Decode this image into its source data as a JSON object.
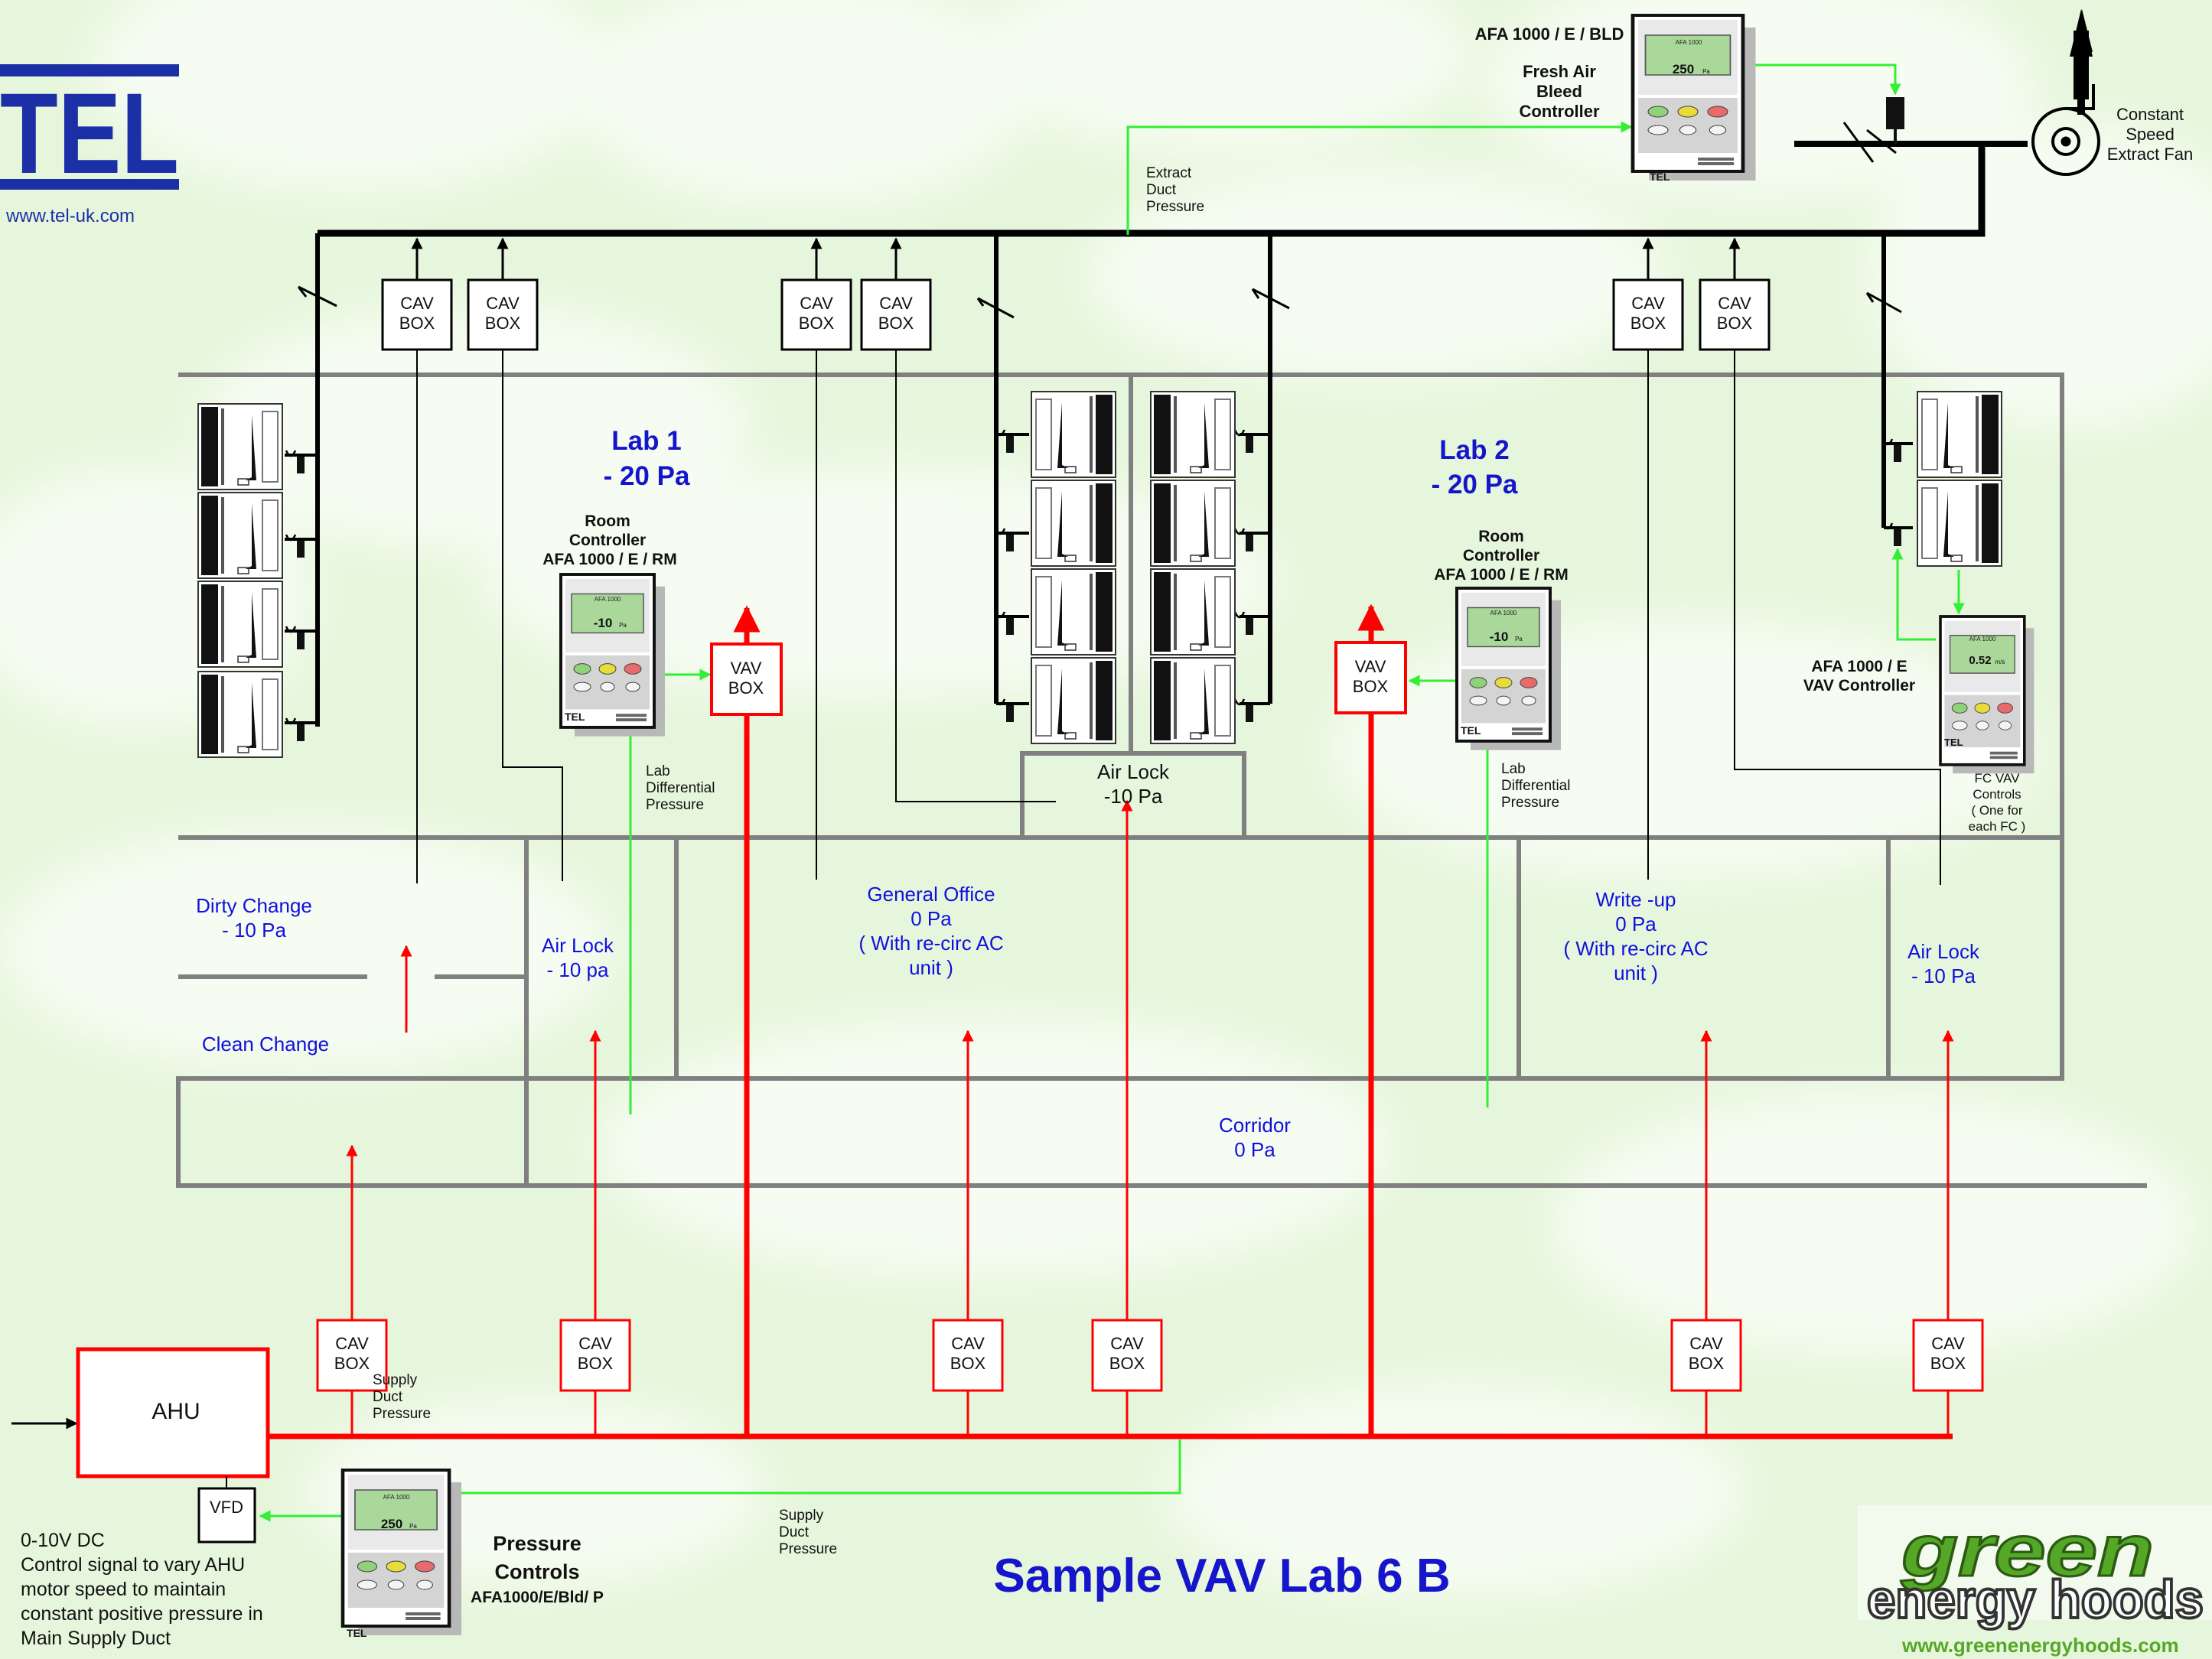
{
  "logo": {
    "brand": "TEL",
    "url": "www.tel-uk.com"
  },
  "title": "Sample VAV Lab 6 B",
  "colors": {
    "background": "#e6f6dc",
    "cloud": "#f6fcf2",
    "extract_duct": "#000000",
    "supply_duct": "#ff0000",
    "control_signal": "#33ee33",
    "walls": "#808080",
    "room_text": "#1010dd",
    "lab_text": "#1515cc",
    "green_brand": "#55a827"
  },
  "extract_fan": {
    "line1": "Constant",
    "line2": "Speed",
    "line3": "Extract Fan"
  },
  "fresh_air_controller": {
    "model": "AFA 1000 / E / BLD",
    "line1": "Fresh Air",
    "line2": "Bleed",
    "line3": "Controller",
    "display": "250",
    "unit": "Pa"
  },
  "extract_pressure": {
    "line1": "Extract",
    "line2": "Duct",
    "line3": "Pressure"
  },
  "cav": {
    "line1": "CAV",
    "line2": "BOX"
  },
  "vav": {
    "line1": "VAV",
    "line2": "BOX"
  },
  "lab1": {
    "name": "Lab 1",
    "pressure": "- 20 Pa",
    "controller": {
      "line1": "Room",
      "line2": "Controller",
      "line3": "AFA 1000 / E / RM",
      "display": "-10",
      "unit": "Pa"
    },
    "signal": {
      "line1": "Lab",
      "line2": "Differential",
      "line3": "Pressure"
    }
  },
  "lab2": {
    "name": "Lab 2",
    "pressure": "- 20 Pa",
    "controller": {
      "line1": "Room",
      "line2": "Controller",
      "line3": "AFA 1000 / E / RM",
      "display": "-10",
      "unit": "Pa"
    },
    "signal": {
      "line1": "Lab",
      "line2": "Differential",
      "line3": "Pressure"
    }
  },
  "vav_controller": {
    "line1": "AFA 1000 / E",
    "line2": "VAV Controller",
    "display": "0.52",
    "unit": "m/s",
    "note1": "FC  VAV",
    "note2": "Controls",
    "note3": "( One for",
    "note4": "each FC )"
  },
  "rooms": {
    "airlock_center": {
      "line1": "Air Lock",
      "line2": "-10 Pa"
    },
    "dirty_change": {
      "line1": "Dirty Change",
      "line2": "- 10 Pa"
    },
    "clean_change": {
      "line1": "Clean Change"
    },
    "airlock_left": {
      "line1": "Air Lock",
      "line2": "- 10 pa"
    },
    "general_office": {
      "line1": "General Office",
      "line2": "0 Pa",
      "line3": "( With re-circ AC",
      "line4": "unit )"
    },
    "writeup": {
      "line1": "Write -up",
      "line2": "0 Pa",
      "line3": "( With re-circ AC",
      "line4": "unit )"
    },
    "airlock_right": {
      "line1": "Air Lock",
      "line2": "- 10 Pa"
    },
    "corridor": {
      "line1": "Corridor",
      "line2": "0 Pa"
    }
  },
  "ahu": {
    "label": "AHU",
    "vfd": "VFD"
  },
  "supply_pressure": {
    "line1": "Supply",
    "line2": "Duct",
    "line3": "Pressure"
  },
  "pressure_controls": {
    "line1": "Pressure",
    "line2": "Controls",
    "line3": "AFA1000/E/Bld/ P",
    "display": "250",
    "unit": "Pa"
  },
  "ahu_note": {
    "line1": "0-10V DC",
    "line2": "Control signal to vary AHU",
    "line3": "motor speed to maintain",
    "line4": "constant positive pressure in",
    "line5": "Main Supply Duct"
  },
  "device": {
    "brand": "TEL",
    "header": "AFA 1000"
  },
  "green_logo": {
    "word1": "green",
    "word2": "energy hoods",
    "url": "www.greenenergyhoods.com"
  }
}
